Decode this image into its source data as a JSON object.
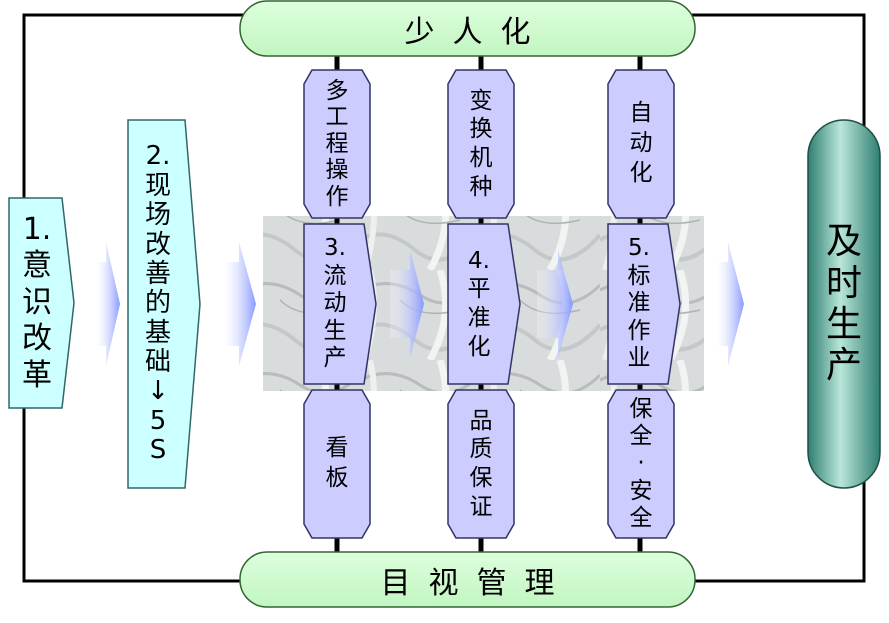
{
  "top_bar": {
    "chars": [
      "少",
      "人",
      "化"
    ]
  },
  "bottom_bar": {
    "chars": [
      "目",
      "视",
      "管",
      "理"
    ]
  },
  "step1": {
    "number": "1.",
    "chars": [
      "意",
      "识",
      "改",
      "革"
    ]
  },
  "step2": {
    "number": "2.",
    "chars": [
      "现",
      "场",
      "改",
      "善",
      "的",
      "基",
      "础"
    ],
    "arrow": "↓",
    "tail": [
      "5",
      "S"
    ]
  },
  "col3": {
    "top": [
      "多",
      "工",
      "程",
      "操",
      "作"
    ],
    "middle_number": "3.",
    "middle": [
      "流",
      "动",
      "生",
      "产"
    ],
    "bottom": [
      "看",
      "板"
    ]
  },
  "col4": {
    "top": [
      "变",
      "换",
      "机",
      "种"
    ],
    "middle_number": "4.",
    "middle": [
      "平",
      "准",
      "化"
    ],
    "bottom": [
      "品",
      "质",
      "保",
      "证"
    ]
  },
  "col5": {
    "top": [
      "自",
      "动",
      "化"
    ],
    "middle_number": "5.",
    "middle": [
      "标",
      "准",
      "作",
      "业"
    ],
    "bottom": [
      "保",
      "全",
      "·",
      "安",
      "全"
    ]
  },
  "result": {
    "chars": [
      "及",
      "时",
      "生",
      "产"
    ]
  },
  "colors": {
    "pill_fill": "#ccffcc",
    "cyan_box": "#ccffff",
    "lavender_box": "#ccccff",
    "result_teal": "#4a9a8a",
    "arrow_blue": "#99aaff",
    "frame": "#000000"
  }
}
